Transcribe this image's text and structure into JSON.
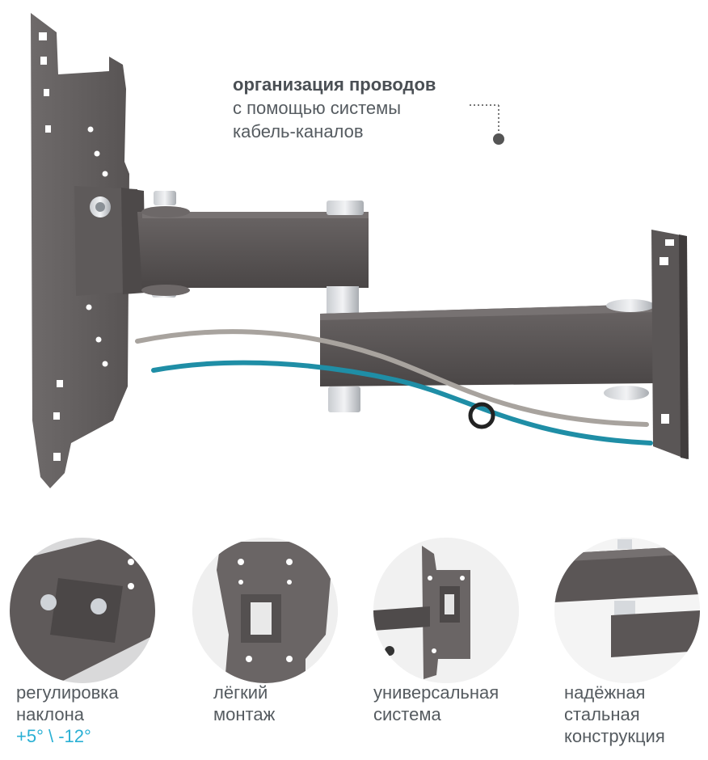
{
  "callout": {
    "line1": "организация проводов",
    "line2": "с помощью системы",
    "line3": "кабель-каналов"
  },
  "features": [
    {
      "line1": "регулировка",
      "line2": "наклона",
      "line3": "+5° \\ -12°"
    },
    {
      "line1": "лёгкий",
      "line2": "монтаж"
    },
    {
      "line1": "универсальная",
      "line2": "система"
    },
    {
      "line1": "надёжная",
      "line2": "стальная",
      "line3": "конструкция"
    }
  ],
  "colors": {
    "metal": "#5b5656",
    "accent": "#2ab0d4",
    "cable_gray": "#a8a39e",
    "cable_blue": "#1f8ea6",
    "text": "#555b60"
  }
}
